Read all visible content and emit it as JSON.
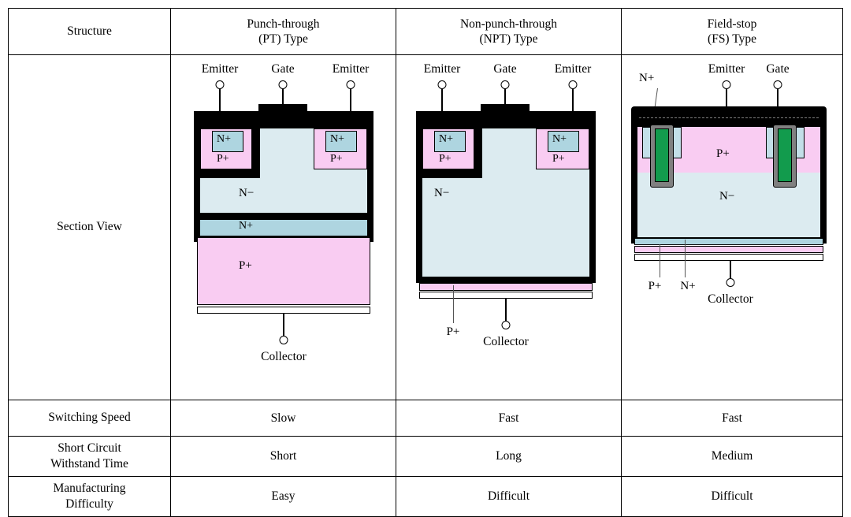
{
  "table": {
    "columns": [
      {
        "id": "structure",
        "label": "Structure"
      },
      {
        "id": "pt",
        "label_line1": "Punch-through",
        "label_line2": "(PT) Type"
      },
      {
        "id": "npt",
        "label_line1": "Non-punch-through",
        "label_line2": "(NPT) Type"
      },
      {
        "id": "fs",
        "label_line1": "Field-stop",
        "label_line2": "(FS) Type"
      }
    ],
    "rows": [
      {
        "label": "Section View",
        "pt": "",
        "npt": "",
        "fs": ""
      },
      {
        "label": "Switching Speed",
        "pt": "Slow",
        "npt": "Fast",
        "fs": "Fast"
      },
      {
        "label_line1": "Short Circuit",
        "label_line2": "Withstand Time",
        "pt": "Short",
        "npt": "Long",
        "fs": "Medium"
      },
      {
        "label_line1": "Manufacturing",
        "label_line2": "Difficulty",
        "pt": "Easy",
        "npt": "Difficult",
        "fs": "Difficult"
      }
    ]
  },
  "diagrams": {
    "pt": {
      "terminals": [
        {
          "name": "emitter-left",
          "label": "Emitter"
        },
        {
          "name": "gate",
          "label": "Gate"
        },
        {
          "name": "emitter-right",
          "label": "Emitter"
        },
        {
          "name": "collector",
          "label": "Collector"
        }
      ],
      "regions": [
        {
          "name": "n-plus-source-left",
          "label": "N+"
        },
        {
          "name": "p-plus-body-left",
          "label": "P+"
        },
        {
          "name": "n-plus-source-right",
          "label": "N+"
        },
        {
          "name": "p-plus-body-right",
          "label": "P+"
        },
        {
          "name": "n-minus-drift",
          "label": "N−"
        },
        {
          "name": "n-plus-buffer",
          "label": "N+"
        },
        {
          "name": "p-plus-collector",
          "label": "P+"
        }
      ]
    },
    "npt": {
      "terminals": [
        {
          "name": "emitter-left",
          "label": "Emitter"
        },
        {
          "name": "gate",
          "label": "Gate"
        },
        {
          "name": "emitter-right",
          "label": "Emitter"
        },
        {
          "name": "collector",
          "label": "Collector"
        }
      ],
      "regions": [
        {
          "name": "n-plus-source-left",
          "label": "N+"
        },
        {
          "name": "p-plus-body-left",
          "label": "P+"
        },
        {
          "name": "n-plus-source-right",
          "label": "N+"
        },
        {
          "name": "p-plus-body-right",
          "label": "P+"
        },
        {
          "name": "n-minus-drift",
          "label": "N−"
        },
        {
          "name": "p-plus-collector",
          "label": "P+"
        }
      ]
    },
    "fs": {
      "terminals": [
        {
          "name": "emitter",
          "label": "Emitter"
        },
        {
          "name": "gate",
          "label": "Gate"
        },
        {
          "name": "collector",
          "label": "Collector"
        }
      ],
      "regions": [
        {
          "name": "n-plus-source",
          "label": "N+"
        },
        {
          "name": "p-plus-body",
          "label": "P+"
        },
        {
          "name": "n-minus-drift",
          "label": "N−"
        },
        {
          "name": "p-plus-collector",
          "label": "P+"
        },
        {
          "name": "n-plus-fieldstop",
          "label": "N+"
        }
      ]
    }
  },
  "colors": {
    "p_plus": "#f9ccf2",
    "n_plus": "#aed5e0",
    "n_minus": "#dcebf0",
    "metal": "#000000",
    "poly_gate": "#129b4d",
    "gate_oxide": "#808080",
    "border": "#000000",
    "background": "#ffffff"
  }
}
